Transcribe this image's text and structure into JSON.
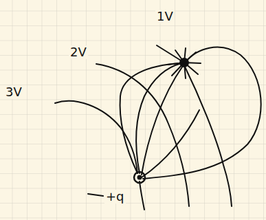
{
  "diagram": {
    "labels": [
      "1V",
      "2V",
      "3V",
      "+q"
    ]
  }
}
